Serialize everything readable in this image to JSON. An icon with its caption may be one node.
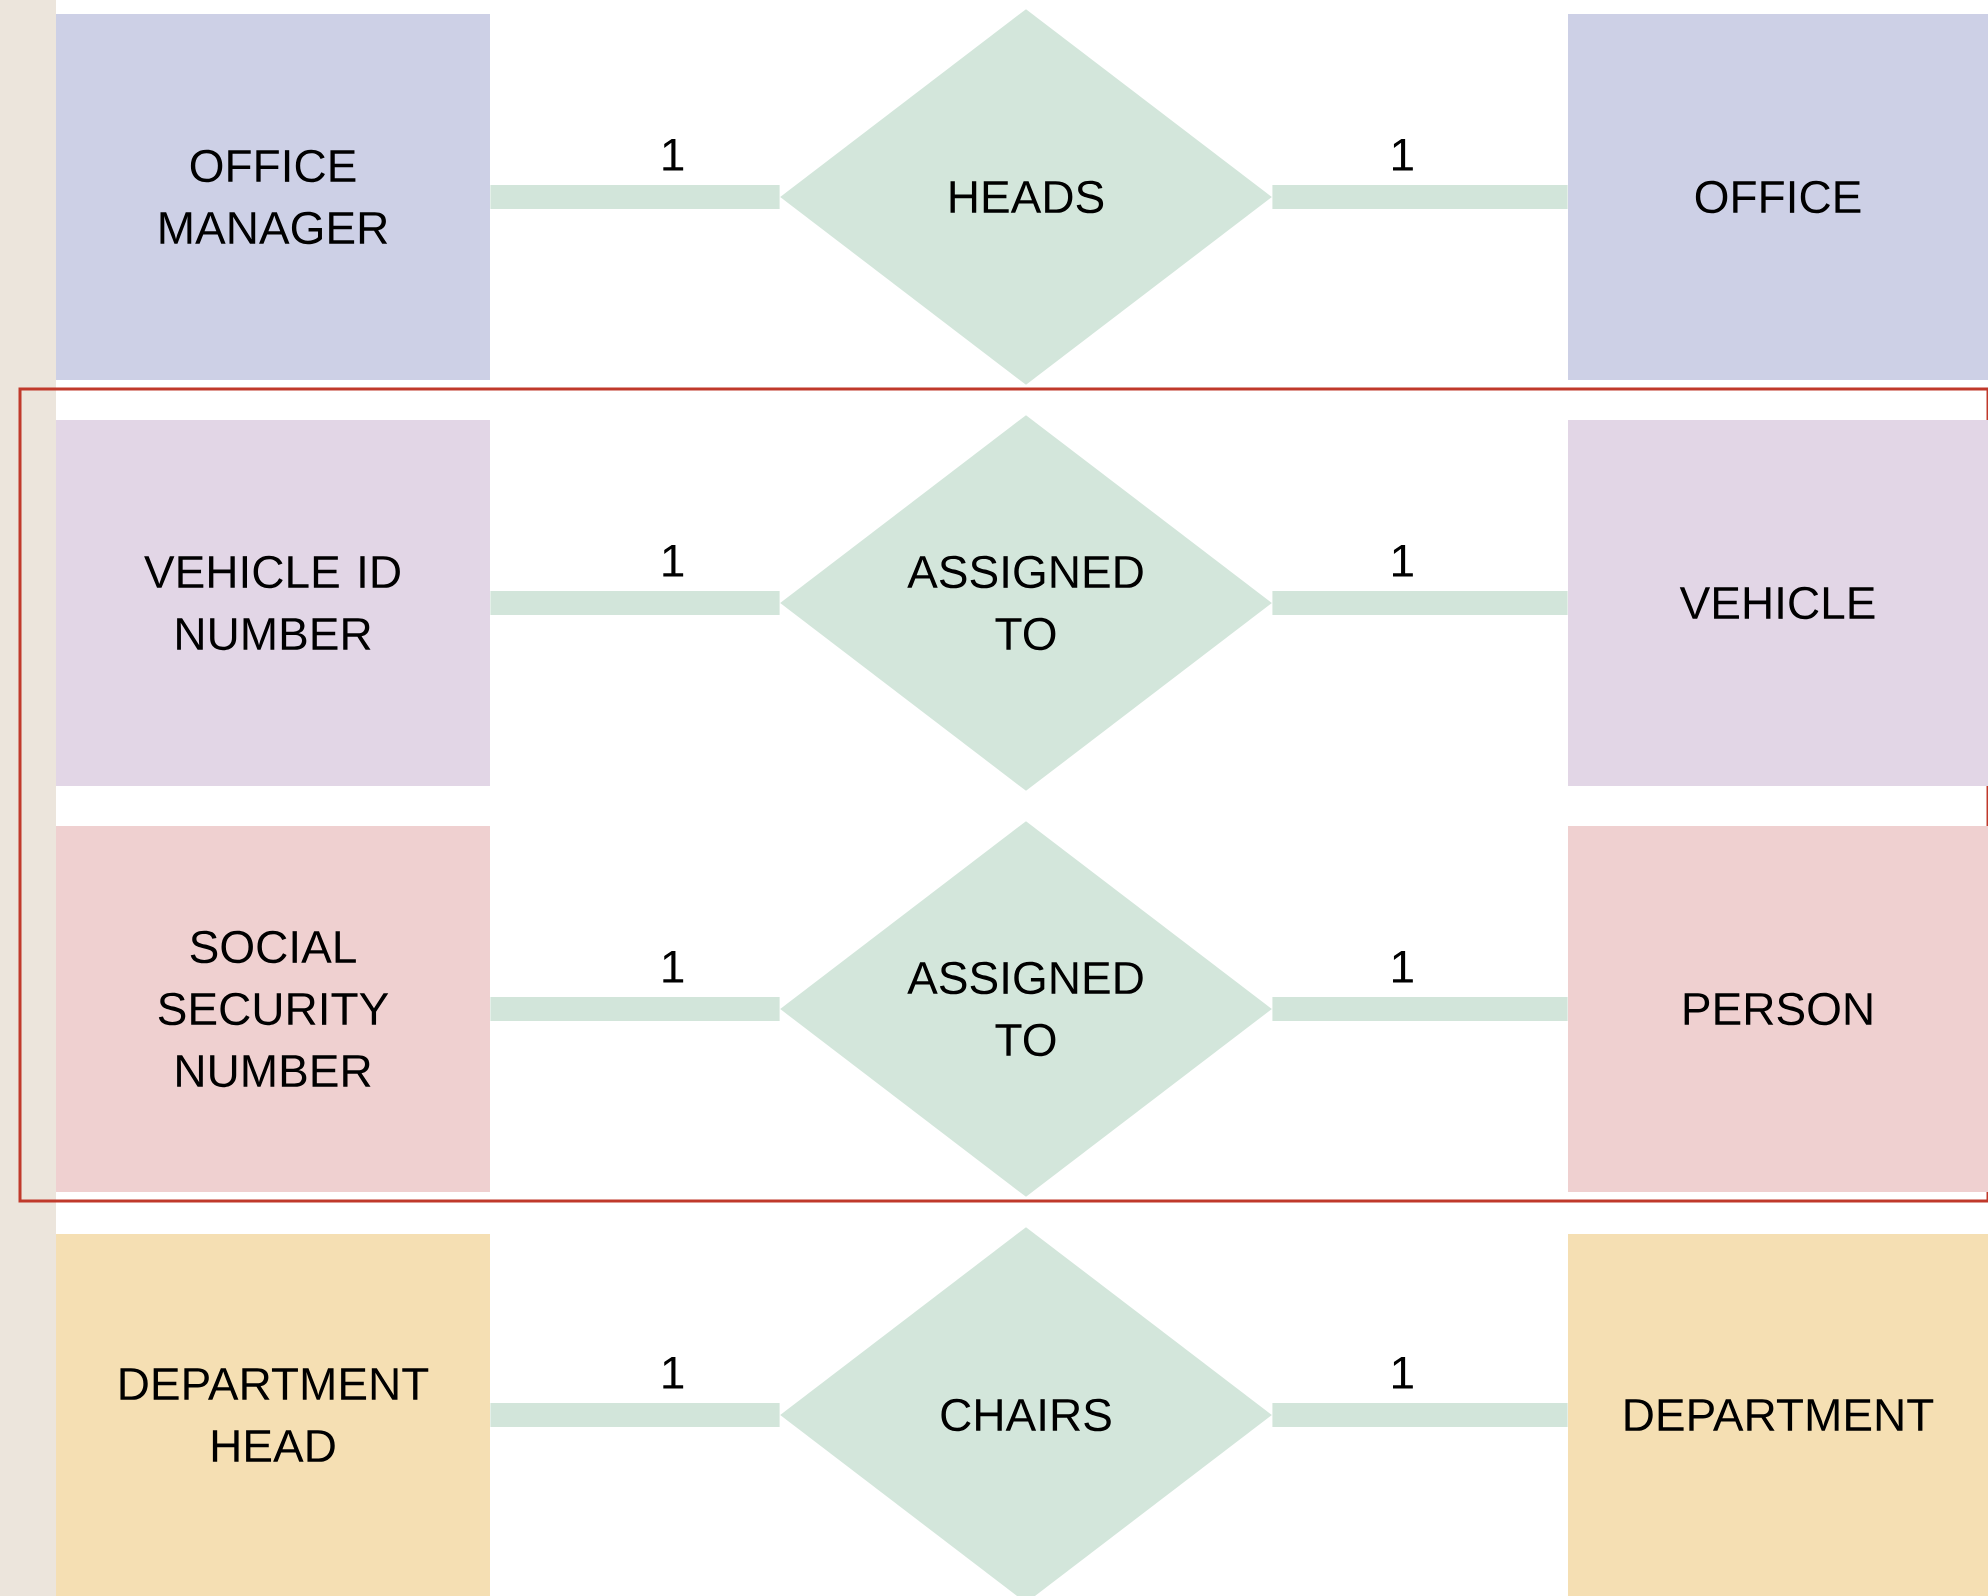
{
  "diagram": {
    "nodes": [
      {
        "text": [
          "OFFICE MANAGER"
        ]
      },
      {
        "text": [
          "HEADS"
        ]
      },
      {
        "text": [
          "OFFICE"
        ]
      },
      {
        "text": [],
        "shape": "box"
      },
      {
        "text": [
          "VEHICLE ID NUMBER"
        ],
        "in": 3
      },
      {
        "text": [
          "ASSIGNED TO"
        ],
        "in": 3
      },
      {
        "text": [
          "VEHICLE"
        ],
        "in": 3
      },
      {
        "text": [
          "SOCIAL SECURITY NUMBER"
        ],
        "in": 3
      },
      {
        "text": [
          "ASSIGNED TO"
        ],
        "in": 3
      },
      {
        "text": [
          "PERSON"
        ],
        "in": 3
      },
      {
        "text": [
          "DEPARTMENT HEAD"
        ]
      },
      {
        "text": [
          "CHAIRS"
        ]
      },
      {
        "text": [
          "DEPARTMENT"
        ]
      }
    ],
    "edges": [
      {
        "from": 0,
        "to": 1,
        "arrow": "none",
        "label": "1"
      },
      {
        "from": 1,
        "to": 2,
        "arrow": "none",
        "label": "1"
      },
      {
        "from": 4,
        "to": 5,
        "arrow": "none",
        "label": "1"
      },
      {
        "from": 5,
        "to": 6,
        "arrow": "none",
        "label": "1"
      },
      {
        "from": 7,
        "to": 8,
        "arrow": "none",
        "label": "1"
      },
      {
        "from": 8,
        "to": 9,
        "arrow": "none",
        "label": "1"
      },
      {
        "from": 10,
        "to": 11,
        "arrow": "none",
        "label": "1"
      },
      {
        "from": 11,
        "to": 12,
        "arrow": "none",
        "label": "1"
      }
    ]
  }
}
